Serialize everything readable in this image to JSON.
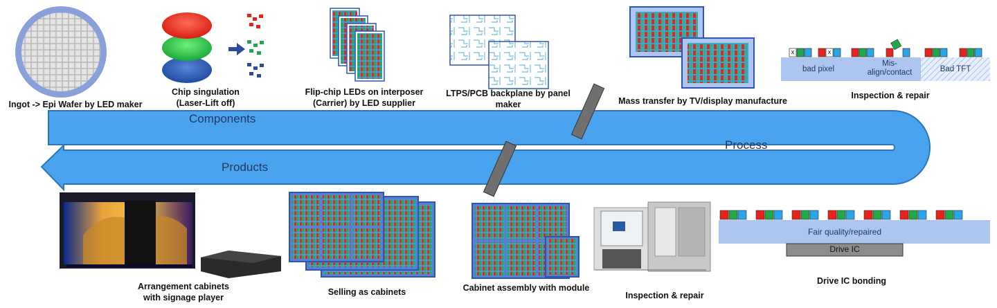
{
  "arrow": {
    "components": "Components",
    "process": "Process",
    "products": "Products"
  },
  "captions": {
    "wafer": "Ingot -> Epi Wafer by LED maker",
    "singulation_1": "Chip singulation",
    "singulation_2": "(Laser-Lift off)",
    "flipchip_1": "Flip-chip LEDs on interposer",
    "flipchip_2": "(Carrier) by LED supplier",
    "backplane_1": "LTPS/PCB backplane by panel",
    "backplane_2": "maker",
    "mass_transfer": "Mass transfer by TV/display manufacture",
    "inspection_top": "Inspection & repair",
    "drive_ic": "Drive IC bonding",
    "inspection_bottom": "Inspection & repair",
    "cabinet_assembly": "Cabinet assembly with module",
    "selling": "Selling as cabinets",
    "arrangement_1": "Arrangement cabinets",
    "arrangement_2": "with signage player"
  },
  "defects": {
    "bad_pixel": "bad pixel",
    "misalign_1": "Mis-",
    "misalign_2": "align/contact",
    "bad_tft": "Bad TFT",
    "x_mark": "x"
  },
  "bonding": {
    "fair_quality": "Fair quality/repaired",
    "drive_ic": "Drive IC"
  },
  "colors": {
    "arrow_fill": "#4aa3ee",
    "arrow_stroke": "#2e75b6",
    "led_red": "#e8231d",
    "led_green": "#22a84a",
    "led_blue": "#2aa5e8",
    "panel_border": "#2f55b4",
    "substrate": "#adc6f0"
  }
}
